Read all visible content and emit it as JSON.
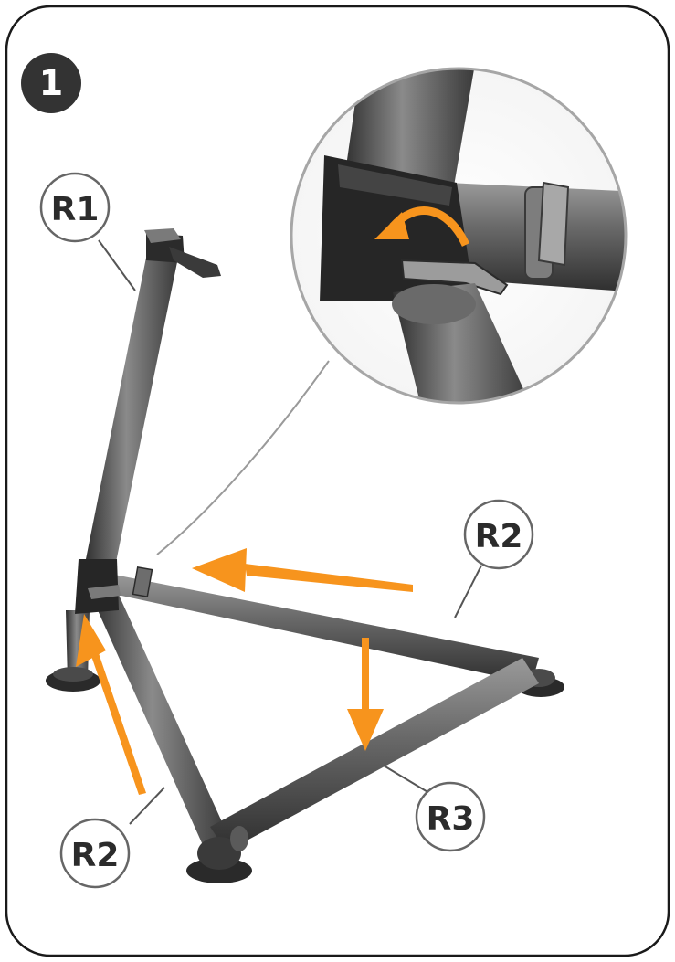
{
  "step": {
    "number": "1"
  },
  "callouts": {
    "r1": "R1",
    "r2_right": "R2",
    "r2_left": "R2",
    "r3": "R3"
  },
  "colors": {
    "frame": "#1a1a1a",
    "tube": "#5a5a5a",
    "tube_highlight": "#8a8a8a",
    "tube_dark": "#2e2e2e",
    "arrow": "#f7941d",
    "callout_stroke": "#666666",
    "badge": "#333333"
  }
}
